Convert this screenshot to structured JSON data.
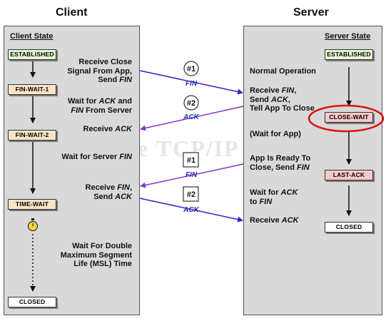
{
  "headers": {
    "client": "Client",
    "server": "Server"
  },
  "client": {
    "panel_title": "Client State",
    "states": [
      "ESTABLISHED",
      "FIN-WAIT-1",
      "FIN-WAIT-2",
      "TIME-WAIT",
      "CLOSED"
    ],
    "notes": {
      "receive_close_1": "Receive Close",
      "receive_close_2": "Signal From App,",
      "receive_close_3": "Send ",
      "receive_close_3_em": "FIN",
      "wait_ack_1a": "Wait for ",
      "wait_ack_1a_em": "ACK",
      "wait_ack_1b": " and",
      "wait_ack_2_em": "FIN",
      "wait_ack_2": " From Server",
      "receive_ack": "Receive ",
      "receive_ack_em": "ACK",
      "wait_server_fin": "Wait for Server ",
      "wait_server_fin_em": "FIN",
      "receive_fin_1": "Receive ",
      "receive_fin_1_em": "FIN",
      "receive_fin_1b": ",",
      "receive_fin_2": "Send ",
      "receive_fin_2_em": "ACK",
      "wait_double_1": "Wait For Double",
      "wait_double_2": "Maximum Segment",
      "wait_double_3": "Life (MSL) Time"
    }
  },
  "server": {
    "panel_title": "Server State",
    "states": [
      "ESTABLISHED",
      "CLOSE-WAIT",
      "LAST-ACK",
      "CLOSED"
    ],
    "notes": {
      "normal_operation": "Normal Operation",
      "receive_fin_1": "Receive ",
      "receive_fin_1_em": "FIN",
      "receive_fin_1b": ",",
      "receive_fin_2": "Send ",
      "receive_fin_2_em": "ACK",
      "receive_fin_2b": ",",
      "receive_fin_3": "Tell App To Close",
      "wait_for_app": "(Wait for App)",
      "app_ready_1": "App Is Ready To",
      "app_ready_2": "Close, Send ",
      "app_ready_2_em": "FIN",
      "wait_ack_1": "Wait for ",
      "wait_ack_1_em": "ACK",
      "wait_ack_2": "to ",
      "wait_ack_2_em": "FIN",
      "receive_ack": "Receive ",
      "receive_ack_em": "ACK"
    }
  },
  "messages": [
    {
      "number": "#1",
      "label": "FIN"
    },
    {
      "number": "#2",
      "label": "ACK"
    },
    {
      "number": "#1",
      "label": "FIN"
    },
    {
      "number": "#2",
      "label": "ACK"
    }
  ],
  "watermark": "The TCP/IP Guide",
  "colors": {
    "client_server_message_arrow": "#3322cc",
    "server_client_message_arrow": "#8833cc",
    "highlight_ellipse": "#dd1111",
    "state_established": "#e3f6d2",
    "state_wait": "#fbe4c6",
    "state_close_wait": "#f7c8c8",
    "state_closed": "#ffffff"
  }
}
